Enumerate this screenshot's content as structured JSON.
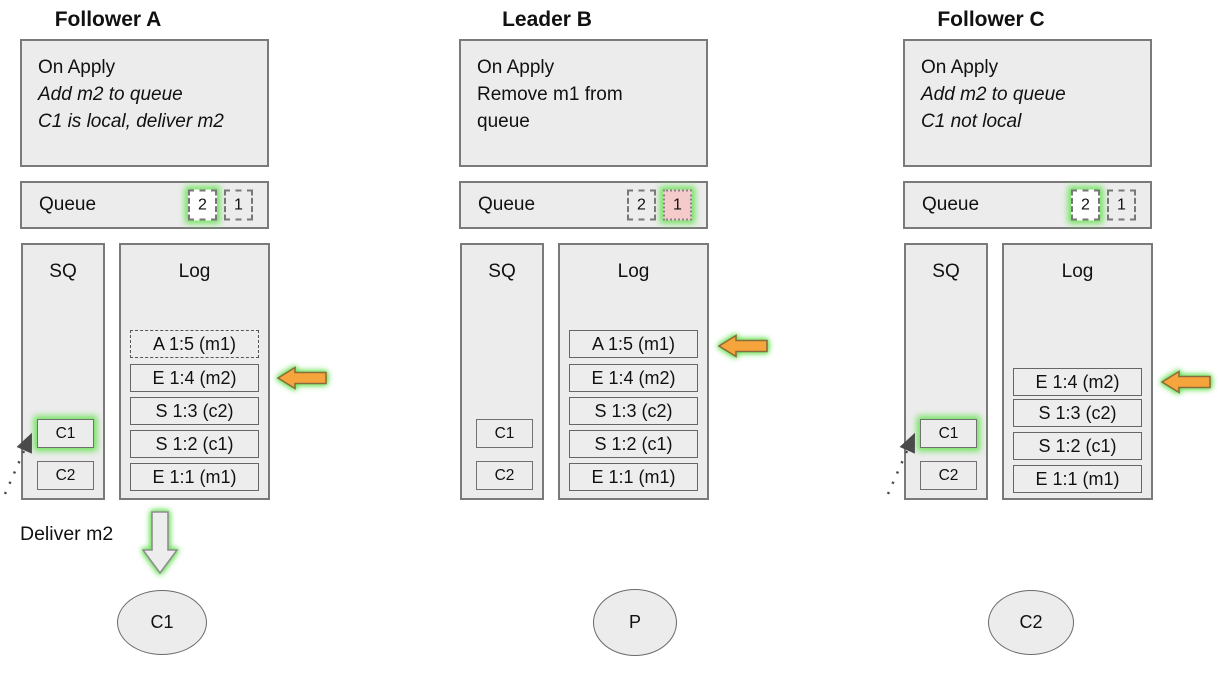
{
  "colors": {
    "glow_green": "#6fe35c",
    "arrow_orange": "#f6a53c",
    "arrow_orange_border": "#8a6d3b",
    "highlight_pink": "#f5caca",
    "box_fill": "#ececec",
    "box_border": "#7a7a7a"
  },
  "columns": [
    {
      "title": "Follower A",
      "on_apply": {
        "lines": [
          "On Apply",
          "Add m2 to queue",
          "C1 is local, deliver m2"
        ]
      },
      "queue": {
        "label": "Queue",
        "items": [
          {
            "value": "2",
            "border": "dashed",
            "highlight": "green-glow"
          },
          {
            "value": "1",
            "border": "dashed",
            "highlight": "none"
          }
        ]
      },
      "sq": {
        "label": "SQ",
        "items": [
          {
            "value": "C1",
            "highlight": "green-glow",
            "pointer": "dotted-arrow"
          },
          {
            "value": "C2",
            "highlight": "none"
          }
        ]
      },
      "log": {
        "label": "Log",
        "entries": [
          {
            "text": "A 1:5 (m1)",
            "border": "dashed"
          },
          {
            "text": "E 1:4 (m2)",
            "border": "solid",
            "marker": "orange-arrow"
          },
          {
            "text": "S 1:3 (c2)",
            "border": "solid"
          },
          {
            "text": "S 1:2 (c1)",
            "border": "solid"
          },
          {
            "text": "E 1:1 (m1)",
            "border": "solid"
          }
        ]
      },
      "deliver_label": "Deliver m2",
      "process": "C1"
    },
    {
      "title": "Leader B",
      "on_apply": {
        "lines": [
          "On Apply",
          "Remove m1 from",
          "queue"
        ]
      },
      "queue": {
        "label": "Queue",
        "items": [
          {
            "value": "2",
            "border": "dashed",
            "highlight": "none"
          },
          {
            "value": "1",
            "border": "dotted",
            "highlight": "pink-green-glow"
          }
        ]
      },
      "sq": {
        "label": "SQ",
        "items": [
          {
            "value": "C1",
            "highlight": "none"
          },
          {
            "value": "C2",
            "highlight": "none"
          }
        ]
      },
      "log": {
        "label": "Log",
        "entries": [
          {
            "text": "A 1:5 (m1)",
            "border": "solid",
            "marker": "orange-arrow"
          },
          {
            "text": "E 1:4 (m2)",
            "border": "solid"
          },
          {
            "text": "S 1:3 (c2)",
            "border": "solid"
          },
          {
            "text": "S 1:2 (c1)",
            "border": "solid"
          },
          {
            "text": "E 1:1 (m1)",
            "border": "solid"
          }
        ]
      },
      "process": "P"
    },
    {
      "title": "Follower C",
      "on_apply": {
        "lines": [
          "On Apply",
          "Add m2 to queue",
          "C1 not local"
        ]
      },
      "queue": {
        "label": "Queue",
        "items": [
          {
            "value": "2",
            "border": "dashed",
            "highlight": "green-glow"
          },
          {
            "value": "1",
            "border": "dashed",
            "highlight": "none"
          }
        ]
      },
      "sq": {
        "label": "SQ",
        "items": [
          {
            "value": "C1",
            "highlight": "green-glow",
            "pointer": "dotted-arrow"
          },
          {
            "value": "C2",
            "highlight": "none"
          }
        ]
      },
      "log": {
        "label": "Log",
        "entries": [
          {
            "text": "E 1:4 (m2)",
            "border": "solid",
            "marker": "orange-arrow"
          },
          {
            "text": "S 1:3 (c2)",
            "border": "solid"
          },
          {
            "text": "S 1:2 (c1)",
            "border": "solid"
          },
          {
            "text": "E 1:1 (m1)",
            "border": "solid"
          }
        ]
      },
      "process": "C2"
    }
  ]
}
